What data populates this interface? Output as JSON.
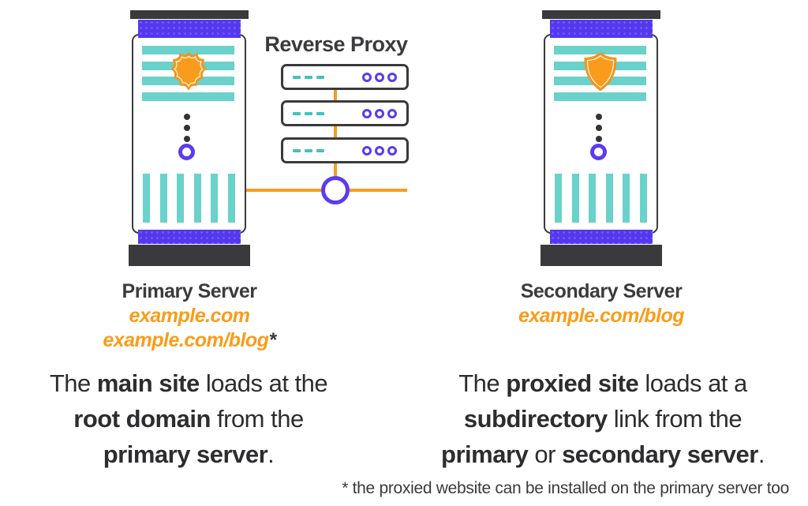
{
  "colors": {
    "dark": "#3A3A3C",
    "purple": "#5438F0",
    "purple-deep": "#5B3BF0",
    "teal": "#6AD1CB",
    "teal-dark": "#43C2BD",
    "orange": "#F99C1B",
    "text": "#3B3B3D",
    "body-text": "#2D2D2F"
  },
  "reverse_proxy": {
    "title": "Reverse Proxy",
    "rack_count": 3
  },
  "primary_server": {
    "name": "Primary Server",
    "domains": [
      {
        "text": "example.com",
        "note": ""
      },
      {
        "text": "example.com/blog",
        "note": "*"
      }
    ]
  },
  "secondary_server": {
    "name": "Secondary Server",
    "domains": [
      {
        "text": "example.com/blog",
        "note": ""
      }
    ]
  },
  "captions": {
    "left_lines": [
      [
        {
          "t": "The ",
          "b": false
        },
        {
          "t": "main site",
          "b": true
        },
        {
          "t": " loads at the",
          "b": false
        }
      ],
      [
        {
          "t": "root domain",
          "b": true
        },
        {
          "t": " from the",
          "b": false
        }
      ],
      [
        {
          "t": "primary server",
          "b": true
        },
        {
          "t": ".",
          "b": false
        }
      ]
    ],
    "right_lines": [
      [
        {
          "t": "The ",
          "b": false
        },
        {
          "t": "proxied site",
          "b": true
        },
        {
          "t": " loads at a",
          "b": false
        }
      ],
      [
        {
          "t": "subdirectory",
          "b": true
        },
        {
          "t": " link from the",
          "b": false
        }
      ],
      [
        {
          "t": "primary",
          "b": true
        },
        {
          "t": " or ",
          "b": false
        },
        {
          "t": "secondary server",
          "b": true
        },
        {
          "t": ".",
          "b": false
        }
      ]
    ]
  },
  "footnote": "* the proxied website can be installed on the primary server too",
  "icons": {
    "badge_shield": "security-badge-shield-icon",
    "plain_shield": "security-shield-icon",
    "port_ring": "port-ring-icon",
    "ellipsis": "ellipsis-dots-icon",
    "network_node": "network-node-circle"
  }
}
